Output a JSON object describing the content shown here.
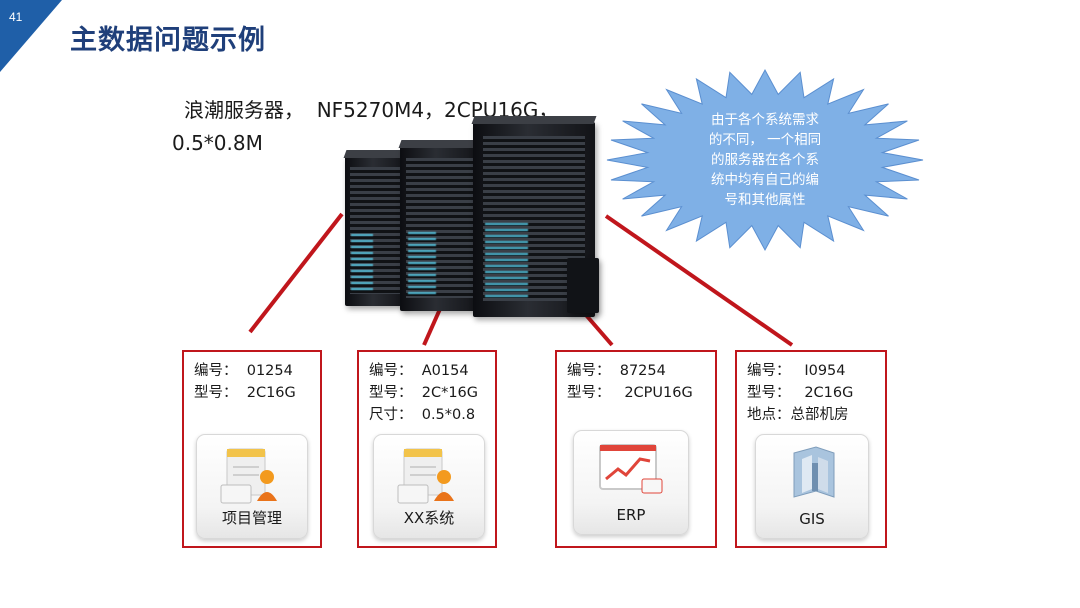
{
  "slide": {
    "number": "41",
    "title": "主数据问题示例"
  },
  "server": {
    "spec_line1": "浪潮服务器，  NF5270M4，2CPU16G，",
    "spec_line2": "0.5*0.8M"
  },
  "callout": {
    "lines": [
      "由于各个系统需求",
      "的不同，  一个相同",
      "的服务器在各个系",
      "统中均有自己的编",
      "号和其他属性"
    ]
  },
  "systems": [
    {
      "lines": [
        "编号：  01254",
        "型号：  2C16G"
      ],
      "app_label": "项目管理",
      "icon": "project-management-icon"
    },
    {
      "lines": [
        "编号：  A0154",
        "型号：  2C*16G",
        "尺寸：  0.5*0.8"
      ],
      "app_label": "XX系统",
      "icon": "xx-system-icon"
    },
    {
      "lines": [
        "编号：  87254",
        "型号：   2CPU16G"
      ],
      "app_label": "ERP",
      "icon": "erp-chart-icon"
    },
    {
      "lines": [
        "编号：   I0954",
        "型号：   2C16G",
        "地点：总部机房"
      ],
      "app_label": "GIS",
      "icon": "gis-map-icon"
    }
  ],
  "colors": {
    "title": "#1f3f7a",
    "corner": "#1f5fa8",
    "connector": "#c0161c",
    "burst": "#7fb0e6"
  }
}
